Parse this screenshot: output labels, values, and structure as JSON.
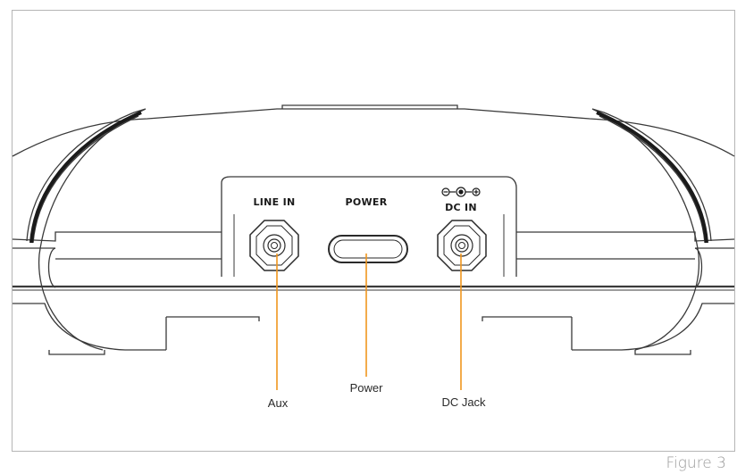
{
  "panel_labels": {
    "line_in": "LINE IN",
    "power": "POWER",
    "dc_in": "DC IN"
  },
  "callouts": {
    "aux": "Aux",
    "power": "Power",
    "dc_jack": "DC Jack"
  },
  "figure_caption": "Figure 3",
  "colors": {
    "outline": "#3a3a3a",
    "callout_line": "#f0961e",
    "frame": "#b5b5b5",
    "caption": "#9a9a9a"
  },
  "icons": [
    "dc-polarity-icon"
  ]
}
